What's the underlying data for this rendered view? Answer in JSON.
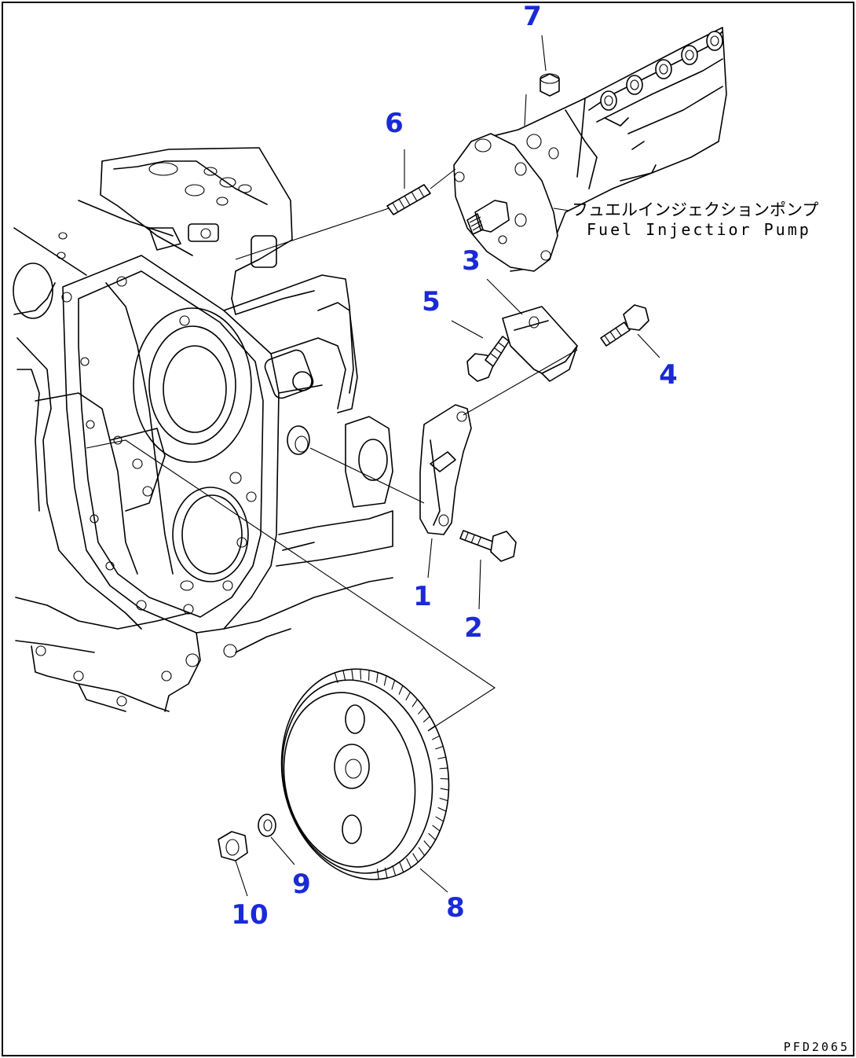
{
  "callouts": [
    "1",
    "2",
    "3",
    "4",
    "5",
    "6",
    "7",
    "8",
    "9",
    "10"
  ],
  "labels": {
    "pump_jp": "フュエルインジェクションポンプ",
    "pump_en": "Fuel Injectior Pump"
  },
  "drawing_code": "PFD2065",
  "colors": {
    "callout": "#1a2ad6",
    "line": "#000000",
    "background": "#ffffff"
  }
}
